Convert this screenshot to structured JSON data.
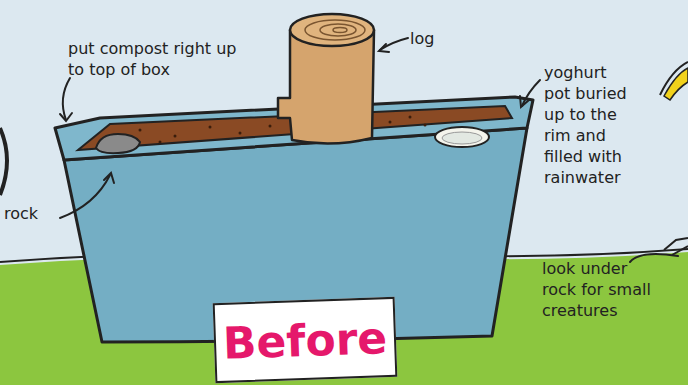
{
  "diagram": {
    "nodes": [
      {
        "text": [
          "Before"
        ]
      }
    ],
    "labels": [
      "put compost right up to top of box",
      "log",
      "yoghurt pot buried up to the rim and filled with rainwater",
      "rock",
      "look under rock for small creatures"
    ]
  }
}
